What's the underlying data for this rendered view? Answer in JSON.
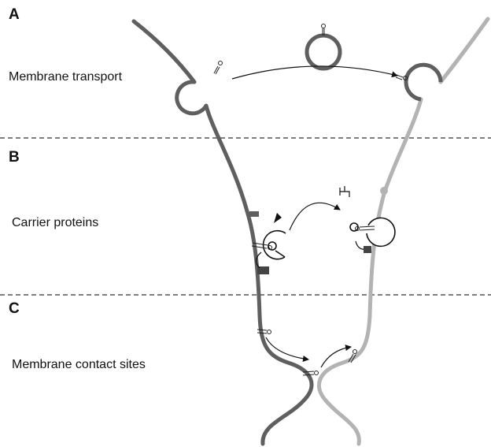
{
  "panels": [
    {
      "letter": "A",
      "label": "Membrane transport"
    },
    {
      "letter": "B",
      "label": "Carrier proteins"
    },
    {
      "letter": "C",
      "label": "Membrane contact sites"
    }
  ],
  "colors": {
    "membrane_left": "#5f5f5f",
    "membrane_right": "#b3b3b3",
    "lipid_head": "#444444",
    "arrow": "#111111",
    "divider": "#333333"
  }
}
